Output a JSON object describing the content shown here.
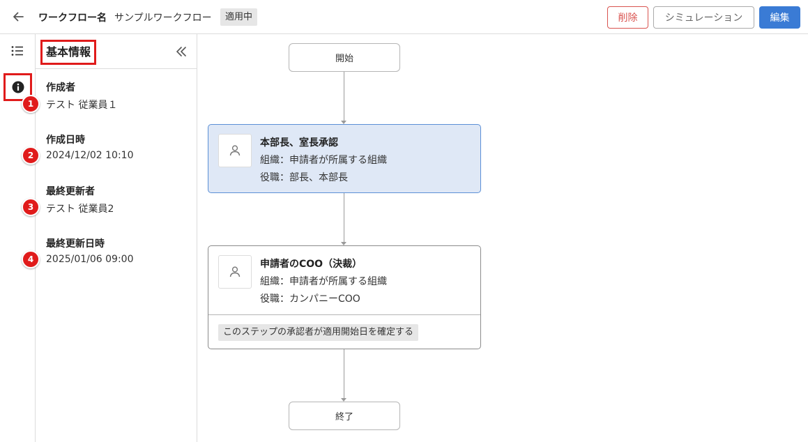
{
  "header": {
    "back_icon": "arrow-left-icon",
    "workflow_label": "ワークフロー名",
    "workflow_name": "サンプルワークフロー",
    "status": "適用中",
    "buttons": {
      "delete": "削除",
      "simulation": "シミュレーション",
      "edit": "編集"
    }
  },
  "rail": {
    "icons": [
      "list-icon",
      "info-icon"
    ],
    "highlight_color": "#e01b1b"
  },
  "panel": {
    "title": "基本情報",
    "collapse_icon": "double-chevron-left-icon",
    "fields": [
      {
        "label": "作成者",
        "value": "テスト 従業員１",
        "marker": "1"
      },
      {
        "label": "作成日時",
        "value": "2024/12/02 10:10",
        "marker": "2"
      },
      {
        "label": "最終更新者",
        "value": "テスト 従業員2",
        "marker": "3"
      },
      {
        "label": "最終更新日時",
        "value": "2025/01/06 09:00",
        "marker": "4"
      }
    ]
  },
  "flow": {
    "start": "開始",
    "end": "終了",
    "steps": [
      {
        "title": "本部長、室長承認",
        "organization": "組織：申請者が所属する組織",
        "position": "役職：部長、本部長",
        "selected": true
      },
      {
        "title": "申請者のCOO（決裁）",
        "organization": "組織：申請者が所属する組織",
        "position": "役職：カンパニーCOO",
        "note": "このステップの承認者が適用開始日を確定する",
        "selected": false
      }
    ]
  },
  "colors": {
    "primary": "#3a7bd5",
    "danger": "#d9534f",
    "selected_step_bg": "#dfe8f6",
    "selected_step_border": "#5b8fd6"
  }
}
